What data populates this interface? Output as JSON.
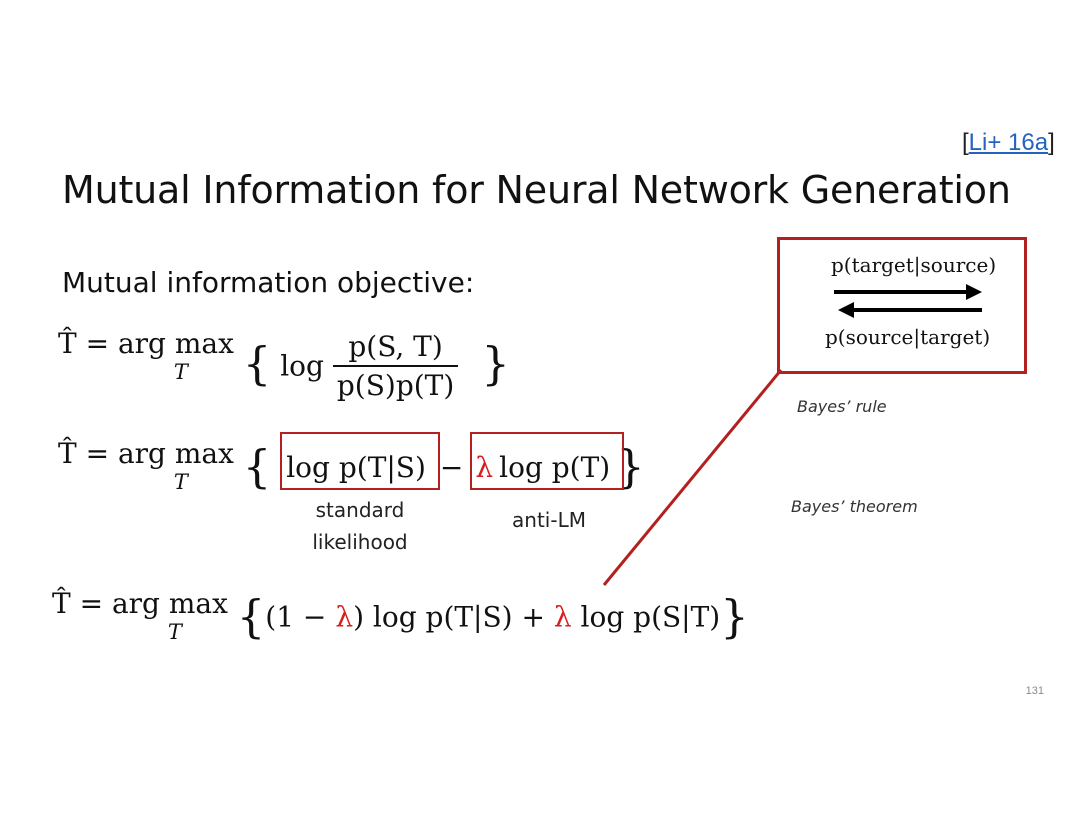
{
  "citation": {
    "open": "[",
    "link": "Li+ 16a",
    "close": "]"
  },
  "title": "Mutual Information for Neural Network Generation",
  "subtitle": "Mutual information objective:",
  "equation1": {
    "lhs": "T̂ = arg max",
    "sub": "T",
    "log": "log",
    "numerator": "p(S, T)",
    "denominator": "p(S)p(T)"
  },
  "equation2": {
    "lhs": "T̂ = arg max",
    "sub": "T",
    "term1": "log p(T|S)",
    "minus": "−",
    "lambda": "λ",
    "term2": "log p(T)"
  },
  "captions": {
    "standard": "standard",
    "likelihood": "likelihood",
    "anti_lm": "anti-LM"
  },
  "equation3": {
    "lhs": "T̂ = arg max",
    "sub": "T",
    "open": "(1 −",
    "lambda1": "λ",
    "middle": ") log p(T|S) +",
    "lambda2": "λ",
    "end": "log p(S|T)"
  },
  "bayes_box": {
    "top_label": "p(target|source)",
    "bottom_label": "p(source|target)"
  },
  "notes": {
    "bayes_rule": "Bayes’ rule",
    "bayes_theorem": "Bayes’ theorem"
  },
  "page_number": "131",
  "colors": {
    "accent_red": "#b2201f",
    "lambda_red": "#d81e1e",
    "link_blue": "#2563c0"
  }
}
